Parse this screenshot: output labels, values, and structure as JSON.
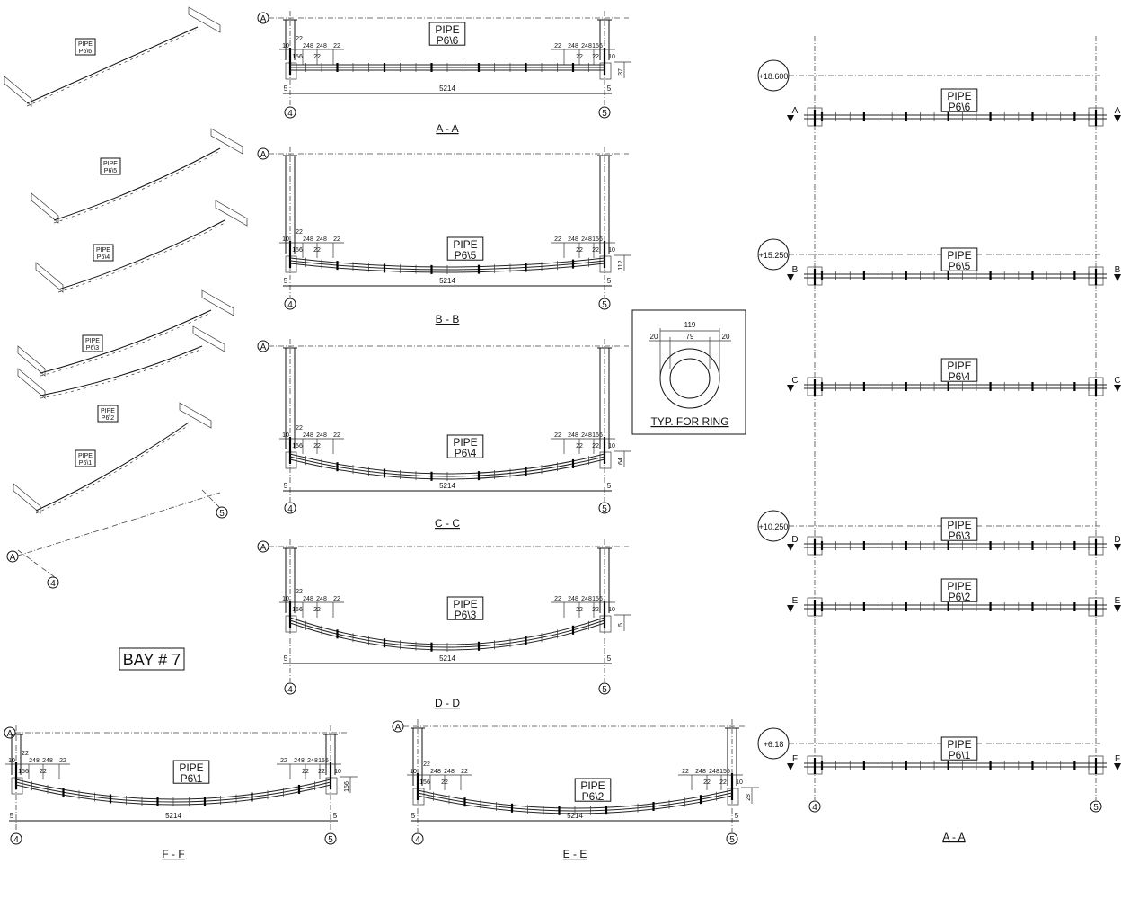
{
  "bay_title": "BAY # 7",
  "pipe_word": "PIPE",
  "grid": {
    "row": "A",
    "col_left": "4",
    "col_right": "5"
  },
  "span_dim": "5214",
  "edge_dim": "5",
  "dims_left": [
    "10",
    "22",
    "248",
    "248",
    "22",
    "156",
    "22"
  ],
  "dims_right": [
    "22",
    "248",
    "248",
    "156",
    "22",
    "22",
    "10"
  ],
  "sections": [
    {
      "id": "A",
      "title": "A - A",
      "pipe": "P6\\6",
      "sag_dim": "37"
    },
    {
      "id": "B",
      "title": "B - B",
      "pipe": "P6\\5",
      "sag_dim": "112"
    },
    {
      "id": "C",
      "title": "C - C",
      "pipe": "P6\\4",
      "sag_dim": "64"
    },
    {
      "id": "D",
      "title": "D - D",
      "pipe": "P6\\3",
      "sag_dim": "5"
    },
    {
      "id": "F",
      "title": "F - F",
      "pipe": "P6\\1",
      "sag_dim": "156"
    },
    {
      "id": "E",
      "title": "E - E",
      "pipe": "P6\\2",
      "sag_dim": "28"
    }
  ],
  "ring_detail": {
    "title": "TYP. FOR RING",
    "outer": "119",
    "inner": "79",
    "wall_left": "20",
    "wall_right": "20"
  },
  "elevation": {
    "title": "A - A",
    "levels": [
      "+18.600",
      "+15.250",
      "+10.250",
      "+6.18"
    ],
    "pipes": [
      {
        "mark": "A",
        "pipe": "P6\\6"
      },
      {
        "mark": "B",
        "pipe": "P6\\5"
      },
      {
        "mark": "C",
        "pipe": "P6\\4"
      },
      {
        "mark": "D",
        "pipe": "P6\\3"
      },
      {
        "mark": "E",
        "pipe": "P6\\2"
      },
      {
        "mark": "F",
        "pipe": "P6\\1"
      }
    ]
  },
  "iso_labels": [
    "P6\\6",
    "P6\\5",
    "P6\\4",
    "P6\\3",
    "P6\\2",
    "P6\\1"
  ]
}
